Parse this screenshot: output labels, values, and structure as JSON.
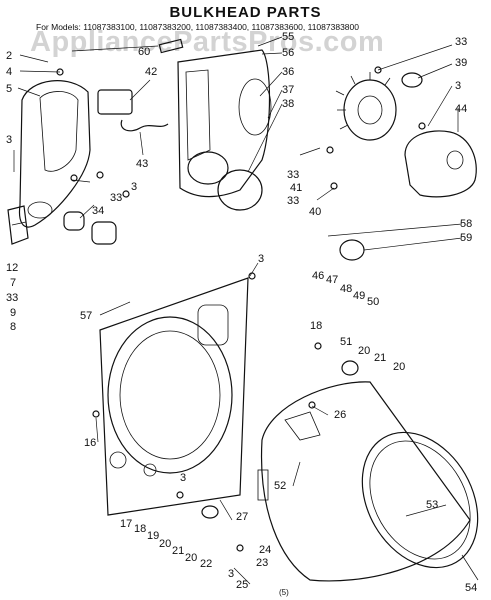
{
  "header": {
    "title": "BULKHEAD PARTS",
    "models": "For Models: 11087383100, 11087383200, 11087383400, 11087383600, 11087383800"
  },
  "watermark": "AppliancePartsPros.com",
  "footer": "(5)",
  "callouts": {
    "c2": "2",
    "c4": "4",
    "c5": "5",
    "c3a": "3",
    "c12": "12",
    "c7": "7",
    "c33a": "33",
    "c9": "9",
    "c8": "8",
    "c60": "60",
    "c42": "42",
    "c43": "43",
    "c34": "34",
    "c33b": "33",
    "c3b": "3",
    "c55": "55",
    "c56": "56",
    "c36": "36",
    "c37": "37",
    "c38": "38",
    "c33c": "33",
    "c39": "39",
    "c3c": "3",
    "c44": "44",
    "c33d": "33",
    "c41": "41",
    "c33e": "33",
    "c40": "40",
    "c58": "58",
    "c59": "59",
    "c3d": "3",
    "c57": "57",
    "c46": "46",
    "c47": "47",
    "c48": "48",
    "c49": "49",
    "c50": "50",
    "c18a": "18",
    "c51": "51",
    "c20a": "20",
    "c21a": "21",
    "c20b": "20",
    "c16": "16",
    "c26": "26",
    "c52": "52",
    "c3e": "3",
    "c27": "27",
    "c53": "53",
    "c17": "17",
    "c18b": "18",
    "c19": "19",
    "c20c": "20",
    "c21b": "21",
    "c20d": "20",
    "c22": "22",
    "c24": "24",
    "c23": "23",
    "c3f": "3",
    "c25": "25",
    "c54": "54"
  }
}
